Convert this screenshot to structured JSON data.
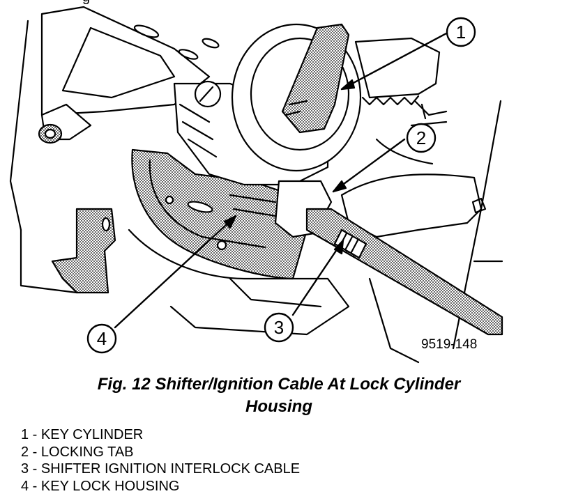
{
  "figure": {
    "partial_top_text": "g",
    "callouts": [
      {
        "number": "1",
        "target": "key cylinder"
      },
      {
        "number": "2",
        "target": "locking tab"
      },
      {
        "number": "3",
        "target": "shifter ignition interlock cable"
      },
      {
        "number": "4",
        "target": "key lock housing"
      }
    ],
    "part_number": "9519-148"
  },
  "caption": {
    "line1": "Fig. 12 Shifter/Ignition Cable At Lock Cylinder",
    "line2": "Housing"
  },
  "legend": [
    "1 - KEY CYLINDER",
    "2 - LOCKING TAB",
    "3 - SHIFTER IGNITION INTERLOCK CABLE",
    "4 - KEY LOCK HOUSING"
  ]
}
